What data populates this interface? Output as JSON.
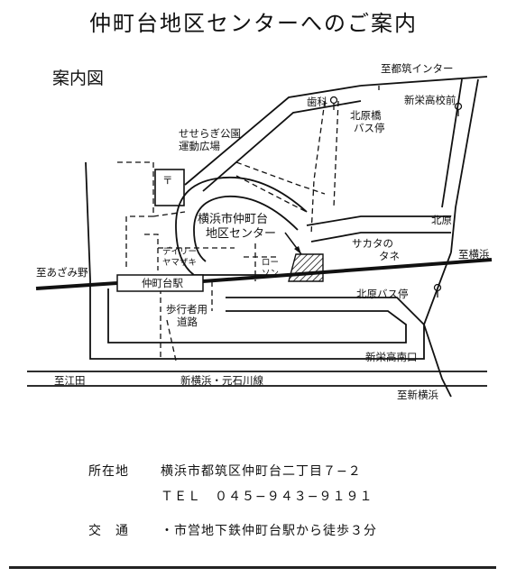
{
  "title": "仲町台地区センターへのご案内",
  "map_heading": "案内図",
  "map": {
    "to_tsuzuki_ic": "至都筑インター",
    "shinei_hs": "新栄高校前",
    "dental": "歯科",
    "kitahara_bridge_1": "北原橋",
    "kitahara_bridge_2": "バス停",
    "seseragi_1": "せせらぎ公園",
    "seseragi_2": "運動広場",
    "center_1": "横浜市仲町台",
    "center_2": "地区センター",
    "kitahara": "北原",
    "sakata_1": "サカタの",
    "sakata_2": "タネ",
    "daily_1": "デイリー",
    "daily_2": "ヤマザキ",
    "lawson_1": "ロー",
    "lawson_2": "ソン",
    "to_azamino": "至あざみ野",
    "to_yokohama": "至横浜",
    "station": "仲町台駅",
    "kitahara_bus": "北原バス停",
    "walkway_1": "歩行者用",
    "walkway_2": "道路",
    "shinei_minami": "新栄高南口",
    "to_eda": "至江田",
    "road_name": "新横浜・元石川線",
    "to_shin_yokohama": "至新横浜",
    "post_symbol": "〒"
  },
  "address_label": "所在地",
  "address_value": "横浜市都筑区仲町台二丁目７−２",
  "tel": "ＴＥＬ　０４５−９４３−９１９１",
  "access_label": "交　通",
  "access_value": "・市営地下鉄仲町台駅から徒歩３分"
}
